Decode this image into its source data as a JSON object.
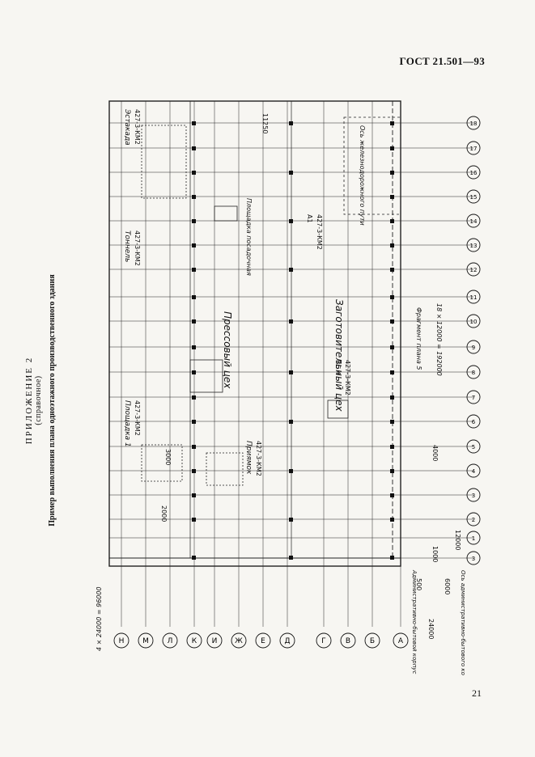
{
  "header": {
    "standard": "ГОСТ 21.501—93"
  },
  "page": {
    "number": "21"
  },
  "caption": {
    "appendix": "ПРИЛОЖЕНИЕ 2",
    "reference": "(справочное)",
    "title": "Пример выполнения плана одноэтажного производственного здания"
  },
  "drawing": {
    "row_axes": [
      "Н",
      "М",
      "Л",
      "К",
      "И",
      "Ж",
      "Е",
      "Д",
      "Г",
      "В",
      "Б",
      "А"
    ],
    "column_axes": [
      "18",
      "17",
      "16",
      "15",
      "14",
      "13",
      "12",
      "11",
      "10",
      "9",
      "8",
      "7",
      "6",
      "5",
      "4",
      "3",
      "2",
      "1",
      "3"
    ],
    "labels": {
      "pressing_shop": "Прессовый цех",
      "procurement_shop": "Заготовительный цех",
      "platform_ktp": "Площадка 1",
      "platform_code": "427-3-КМ2",
      "tunnel": "Тоннель",
      "tunnel_code": "427-3-КМ2",
      "overpass": "Эстакада",
      "overpass_code": "427-3-КМ2",
      "landing_platform": "Площадка посадочная",
      "bunker": "Приямок",
      "bunker_code": "427-3-КМ2",
      "lantern_fragment": "Фрагмент плана 5",
      "vs": "ВС 4",
      "vs_code": "427-3-КМ2",
      "a1": "А1",
      "a1_code": "427-3-КМ2",
      "railway_axis": "Ось железнодорожного пути",
      "admin_axis": "Ось административно-бытового корпуса",
      "admin_building": "Административно-бытовой корпус"
    },
    "dimensions": {
      "main_span": "18 × 12000 = 192000",
      "row_span": "4 × 24000 = 96000",
      "d_24000": "24000",
      "d_6000": "6000",
      "d_12000": "12000",
      "d_500": "500",
      "d_1000": "1000",
      "d_3000": "3000",
      "d_2000": "2000",
      "d_4000": "4000",
      "d_11250": "11250"
    }
  }
}
